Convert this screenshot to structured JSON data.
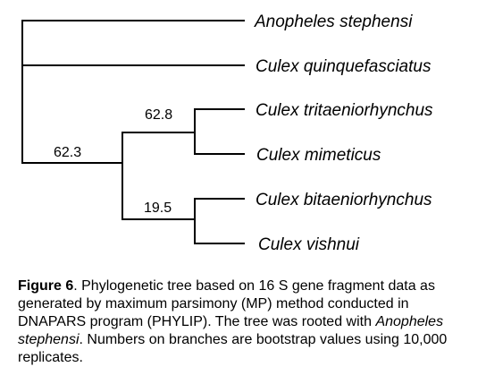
{
  "tree": {
    "taxa": [
      "Anopheles stephensi",
      "Culex quinquefasciatus",
      "Culex tritaeniorhynchus",
      "Culex mimeticus",
      "Culex bitaeniorhynchus",
      "Culex vishnui"
    ],
    "bootstrap_values": [
      "62.3",
      "62.8",
      "19.5"
    ]
  },
  "caption": {
    "label": "Figure 6",
    "text_1": ". Phylogenetic tree based on 16 S gene fragment data as generated by maximum parsimony (MP) method conducted in DNAPARS program (PHYLIP). The tree was rooted with ",
    "species": "Anopheles stephensi",
    "text_2": ". Numbers on branches are bootstrap values using 10,000 replicates."
  }
}
